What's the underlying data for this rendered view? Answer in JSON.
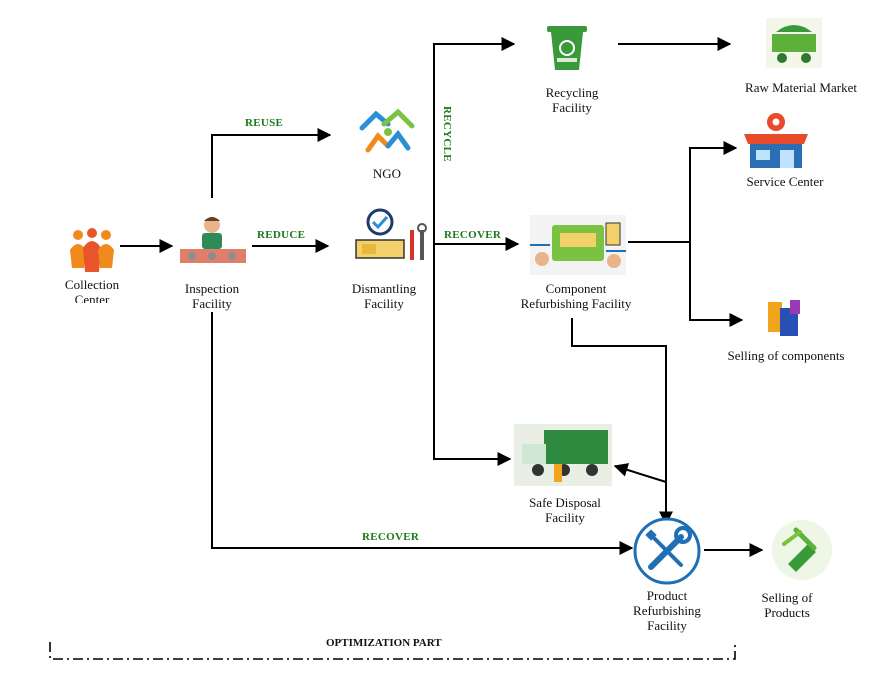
{
  "nodes": {
    "collection_center": {
      "label": "Collection Center",
      "icon": "group-people-icon"
    },
    "inspection_facility": {
      "label": "Inspection Facility",
      "icon": "technician-icon"
    },
    "ngo": {
      "label": "NGO",
      "icon": "helping-hands-icon"
    },
    "dismantling_facility": {
      "label": "Dismantling Facility",
      "icon": "tools-workbench-icon"
    },
    "recycling_facility": {
      "label": "Recycling Facility",
      "icon": "recycle-bin-icon"
    },
    "raw_material_market": {
      "label": "Raw Material Market",
      "icon": "mine-cart-icon"
    },
    "service_center": {
      "label": "Service Center",
      "icon": "service-shop-icon"
    },
    "component_refurbishing": {
      "label": "Component Refurbishing Facility",
      "icon": "circuit-board-icon"
    },
    "selling_components": {
      "label": "Selling of components",
      "icon": "components-icon"
    },
    "safe_disposal": {
      "label": "Safe Disposal Facility",
      "icon": "garbage-truck-icon"
    },
    "product_refurbishing": {
      "label": "Product Refurbishing Facility",
      "icon": "wrench-screwdriver-icon"
    },
    "selling_products": {
      "label": "Selling of Products",
      "icon": "sale-tag-icon"
    }
  },
  "edges": {
    "reuse": "REUSE",
    "reduce": "REDUCE",
    "recycle": "RECYCLE",
    "recover_component": "RECOVER",
    "recover_product": "RECOVER"
  },
  "footer": {
    "label": "OPTIMIZATION PART"
  },
  "colors": {
    "edge_label": "#1a7a1a",
    "arrow": "#000000",
    "icon_green": "#3a9a3a",
    "icon_blue": "#1f6fb4",
    "icon_orange": "#f08a1c"
  }
}
